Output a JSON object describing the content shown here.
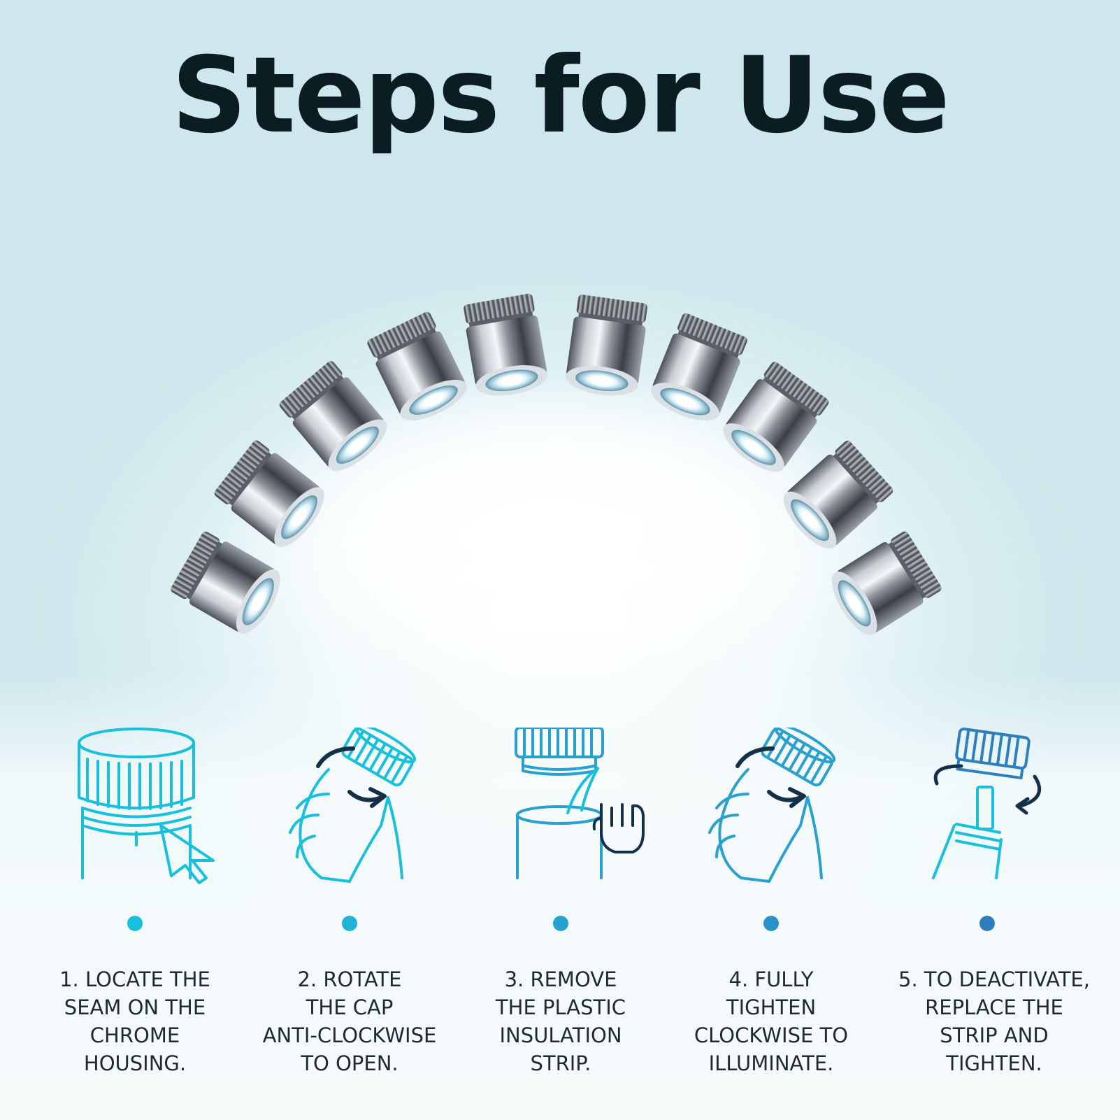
{
  "header": {
    "title": "Steps for Use"
  },
  "colors": {
    "accent_light": "#19c0dd",
    "accent_mid": "#2aa0cf",
    "accent_dark": "#2d7fbf",
    "arrow_dark": "#143048",
    "title": "#0b1c22"
  },
  "icons": [
    "chrome-seam-cursor-icon",
    "hand-rotate-open-icon",
    "remove-strip-hand-icon",
    "hand-tighten-icon",
    "replace-strip-icon"
  ],
  "steps": [
    {
      "lines": [
        "1. LOCATE THE",
        "SEAM ON THE",
        "CHROME",
        "HOUSING."
      ]
    },
    {
      "lines": [
        "2. ROTATE",
        "THE CAP",
        "ANTI-CLOCKWISE",
        "TO OPEN."
      ]
    },
    {
      "lines": [
        "3. REMOVE",
        "THE PLASTIC",
        "INSULATION",
        "STRIP."
      ]
    },
    {
      "lines": [
        "4. FULLY",
        "TIGHTEN",
        "CLOCKWISE TO",
        "ILLUMINATE."
      ]
    },
    {
      "lines": [
        "5. TO DEACTIVATE,",
        "REPLACE THE",
        "STRIP AND",
        "TIGHTEN."
      ]
    }
  ]
}
